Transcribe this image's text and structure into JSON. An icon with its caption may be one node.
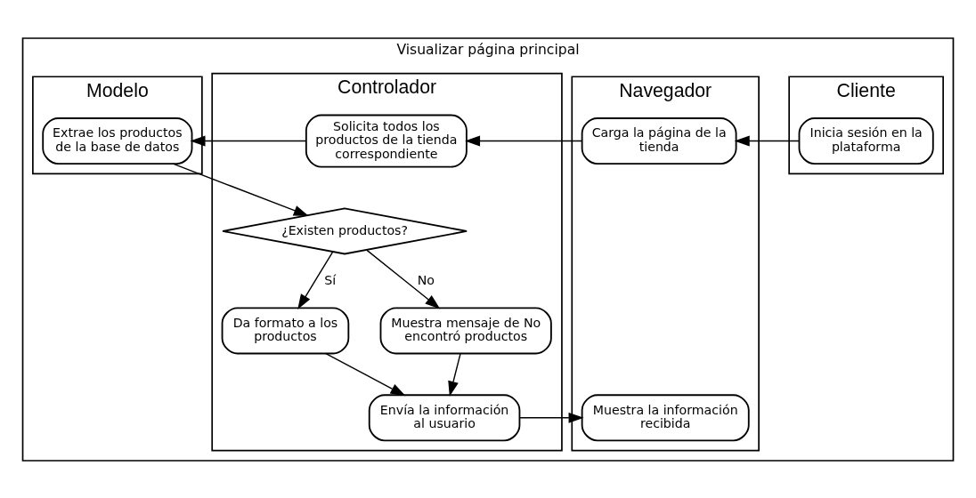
{
  "diagram": {
    "nodes": [
      {
        "text": [
          "Visualizar página principal"
        ]
      },
      {
        "text": [
          "Cliente"
        ],
        "in": 0
      },
      {
        "text": [
          "Navegador"
        ],
        "in": 0
      },
      {
        "text": [
          "Controlador"
        ],
        "in": 0
      },
      {
        "text": [
          "Modelo"
        ],
        "in": 0
      },
      {
        "text": [
          "Inicia sesión en la plataforma"
        ],
        "in": 1
      },
      {
        "text": [
          "Carga la página de la tienda"
        ],
        "in": 2
      },
      {
        "text": [
          "Solicita todos los productos de la tienda correspondiente"
        ],
        "in": 3
      },
      {
        "text": [
          "Extrae los productos de la base de datos"
        ],
        "in": 4
      },
      {
        "text": [
          "¿Existen productos?"
        ],
        "in": 3
      },
      {
        "text": [
          "Da formato a los productos"
        ],
        "in": 3
      },
      {
        "text": [
          "Muestra mensaje de No encontró productos"
        ],
        "in": 3
      },
      {
        "text": [
          "Envía la información al usuario"
        ],
        "in": 3
      },
      {
        "text": [
          "Muestra la información recibida"
        ],
        "in": 2
      }
    ],
    "edges": [
      {
        "from": 5,
        "to": 6,
        "arrow": "to"
      },
      {
        "from": 6,
        "to": 7,
        "arrow": "to"
      },
      {
        "from": 7,
        "to": 8,
        "arrow": "to"
      },
      {
        "from": 8,
        "to": 9,
        "arrow": "to"
      },
      {
        "from": 9,
        "to": 10,
        "label": "Sí",
        "arrow": "to"
      },
      {
        "from": 9,
        "to": 11,
        "label": "No",
        "arrow": "to"
      },
      {
        "from": 10,
        "to": 12,
        "arrow": "to"
      },
      {
        "from": 11,
        "to": 12,
        "arrow": "to"
      },
      {
        "from": 12,
        "to": 13,
        "arrow": "to"
      }
    ]
  }
}
